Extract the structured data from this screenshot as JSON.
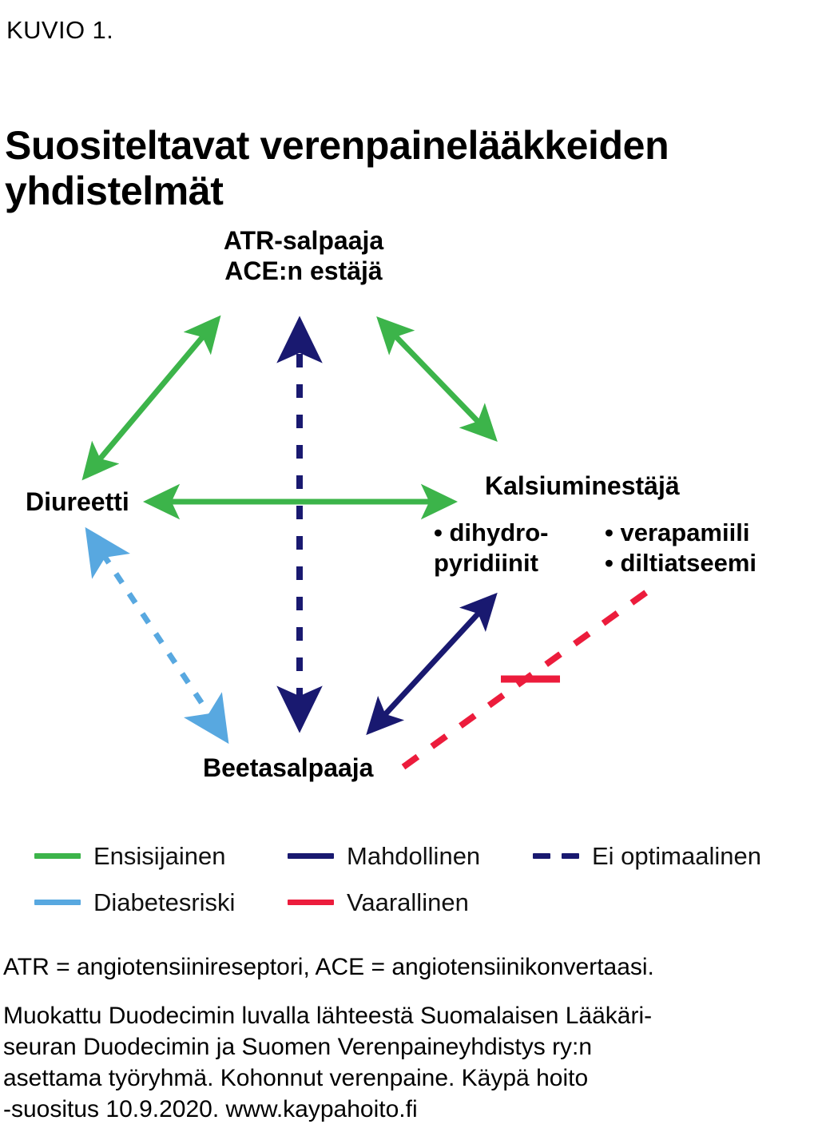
{
  "header": {
    "kuvio_label": "KUVIO 1.",
    "title": "Suositeltavat verenpainelääkkeiden yhdistelmät"
  },
  "diagram": {
    "nodes": {
      "atr": "ATR-salpaaja\nACE:n estäjä",
      "atr_line1": "ATR-salpaaja",
      "atr_line2": "ACE:n estäjä",
      "diureetti": "Diureetti",
      "kalsium": "Kalsiuminestäjä",
      "beeta": "Beetasalpaaja",
      "ccb_dihydro_line1": "• dihydro-",
      "ccb_dihydro_line2": "pyridiinit",
      "ccb_verapamiili": "• verapamiili",
      "ccb_diltiatseemi": "• diltiatseemi"
    },
    "edges": [
      {
        "name": "diureetti-atr",
        "from": "Diureetti",
        "to": "ATR-salpaaja / ACE:n estäjä",
        "style": "solid",
        "arrows": "both",
        "category": "Ensisijainen",
        "color": "#3cb44a"
      },
      {
        "name": "atr-kalsium",
        "from": "ATR-salpaaja / ACE:n estäjä",
        "to": "Kalsiuminestäjä",
        "style": "solid",
        "arrows": "both",
        "category": "Ensisijainen",
        "color": "#3cb44a"
      },
      {
        "name": "diureetti-kalsium",
        "from": "Diureetti",
        "to": "Kalsiuminestäjä",
        "style": "solid",
        "arrows": "both",
        "category": "Ensisijainen",
        "color": "#3cb44a"
      },
      {
        "name": "atr-beeta",
        "from": "ATR-salpaaja / ACE:n estäjä",
        "to": "Beetasalpaaja",
        "style": "dashed",
        "arrows": "both",
        "category": "Ei optimaalinen",
        "color": "#191970"
      },
      {
        "name": "beeta-dihydropyridiinit",
        "from": "Beetasalpaaja",
        "to": "dihydropyridiinit",
        "style": "solid",
        "arrows": "both",
        "category": "Mahdollinen",
        "color": "#191970"
      },
      {
        "name": "diureetti-beeta",
        "from": "Diureetti",
        "to": "Beetasalpaaja",
        "style": "dashed",
        "arrows": "both",
        "category": "Diabetesriski",
        "color": "#58a8e0"
      },
      {
        "name": "beeta-verapamiili-diltiatseemi",
        "from": "Beetasalpaaja",
        "to": "verapamiili / diltiatseemi",
        "style": "dashed-blocked",
        "arrows": "none",
        "category": "Vaarallinen",
        "color": "#ec1c3c"
      }
    ]
  },
  "legend": {
    "items": [
      {
        "label": "Ensisijainen",
        "color": "#3cb44a",
        "style": "solid"
      },
      {
        "label": "Mahdollinen",
        "color": "#191970",
        "style": "solid"
      },
      {
        "label": "Ei optimaalinen",
        "color": "#191970",
        "style": "dashed"
      },
      {
        "label": "Diabetesriski",
        "color": "#58a8e0",
        "style": "solid"
      },
      {
        "label": "Vaarallinen",
        "color": "#ec1c3c",
        "style": "solid"
      }
    ]
  },
  "footnotes": {
    "abbreviations": "ATR = angiotensiinireseptori, ACE = angiotensiinikonvertaasi.",
    "source": "Muokattu Duodecimin luvalla lähteestä Suomalaisen Lääkäri-\nseuran Duodecimin ja Suomen Verenpaineyhdistys ry:n\nasettama työryhmä. Kohonnut verenpaine. Käypä hoito\n-suositus 10.9.2020. www.kaypahoito.fi"
  },
  "colors": {
    "green": "#3cb44a",
    "navy": "#191970",
    "lightblue": "#58a8e0",
    "red": "#ec1c3c",
    "text": "#000000",
    "background": "#ffffff"
  }
}
